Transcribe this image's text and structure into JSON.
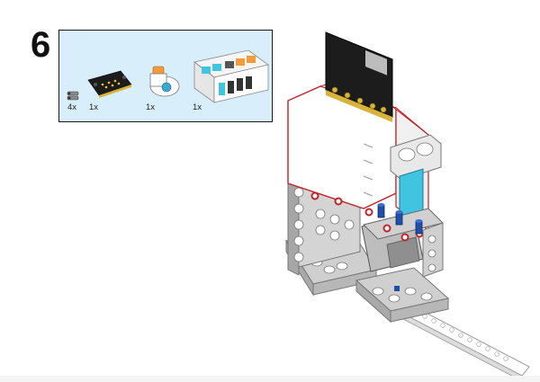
{
  "step": {
    "number": "6"
  },
  "parts": [
    {
      "name": "pin-connector",
      "qty": "4x"
    },
    {
      "name": "microbit-board",
      "qty": "1x"
    },
    {
      "name": "button-module",
      "qty": "1x"
    },
    {
      "name": "expansion-board",
      "qty": "1x"
    }
  ],
  "colors": {
    "panel_bg": "#d8eefb",
    "microbit": "#1c1c1c",
    "gold": "#d9b23a",
    "cyan": "#40c4e0",
    "orange": "#f39a3a",
    "red_outline": "#c0242a",
    "frame_grey": "#c8c8c8",
    "blue_pin": "#1f4fa8"
  }
}
